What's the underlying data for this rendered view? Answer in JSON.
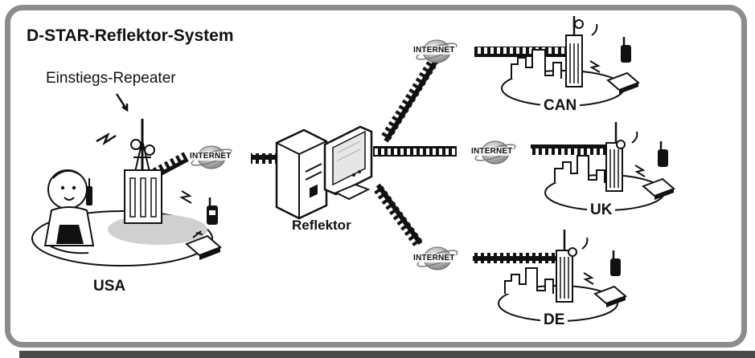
{
  "diagram": {
    "title": "D-STAR-Reflektor-System",
    "entry_repeater_label": "Einstiegs-Repeater",
    "reflector_label": "Reflektor",
    "internet_label": "INTERNET",
    "regions": {
      "usa": "USA",
      "can": "CAN",
      "uk": "UK",
      "de": "DE"
    }
  },
  "colors": {
    "frame": "#8c8c8c",
    "bottom_bar": "#4a4a4a",
    "ground_shadow": "#d0d0d0",
    "line": "#111111"
  }
}
